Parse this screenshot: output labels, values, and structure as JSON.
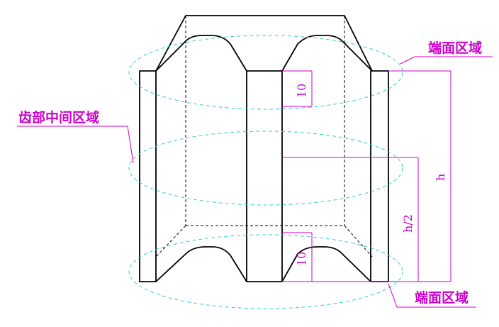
{
  "labels": {
    "end_region_top": "端面区域",
    "tooth_middle_region": "齿部中间区域",
    "end_region_bottom": "端面区域"
  },
  "dimensions": {
    "top_offset": "10",
    "bottom_offset": "10",
    "half_height": "h/2",
    "height": "h"
  },
  "colors": {
    "outline": "#000000",
    "annotation": "#cc00cc",
    "region_ellipse": "#33cccc"
  }
}
